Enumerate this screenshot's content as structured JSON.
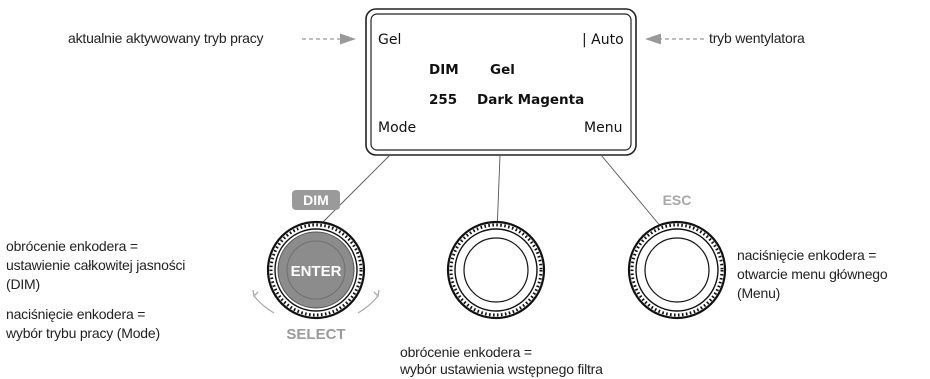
{
  "display": {
    "top_left": "Gel",
    "top_right": "| Auto",
    "row1_label": "DIM",
    "row1_value": "Gel",
    "row2_label": "255",
    "row2_value": "Dark Magenta",
    "bottom_left": "Mode",
    "bottom_right": "Menu"
  },
  "callouts": {
    "mode": "aktualnie aktywowany tryb pracy",
    "fan": "tryb wentylatora"
  },
  "encoders": {
    "left": {
      "top_label": "DIM",
      "center_label": "ENTER",
      "bottom_label": "SELECT",
      "rotate_line1": "obrócenie enkodera =",
      "rotate_line2": "ustawienie całkowitej jasności",
      "rotate_line3": "(DIM)",
      "press_line1": "naciśnięcie enkodera =",
      "press_line2": "wybór trybu pracy (Mode)"
    },
    "middle": {
      "rotate_line1": "obrócenie enkodera =",
      "rotate_line2": "wybór ustawienia wstępnego filtra"
    },
    "right": {
      "top_label": "ESC",
      "press_line1": "naciśnięcie enkodera =",
      "press_line2": "otwarcie menu głównego",
      "press_line3": "(Menu)"
    }
  },
  "colors": {
    "label_badge": "#9a9a9a",
    "esc_label": "#a8a8a8",
    "enter_knob": "#8c8c8c",
    "callout_arrow": "#999999"
  }
}
